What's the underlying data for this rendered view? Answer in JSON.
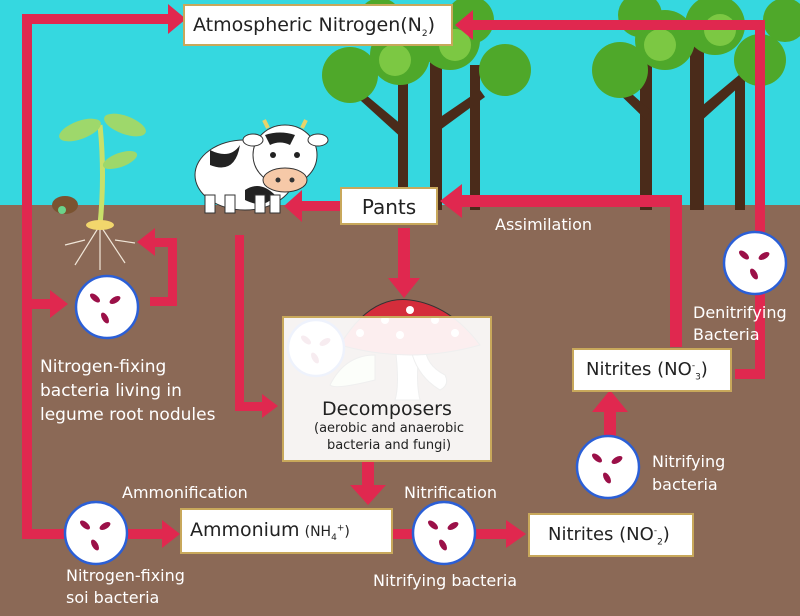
{
  "boxes": {
    "atmospheric": {
      "text": "Atmospheric Nitrogen(N",
      "sub": "2",
      "close": ")"
    },
    "plants": {
      "text": "Pants"
    },
    "decomposers": {
      "title": "Decomposers",
      "subtitle": "(aerobic and anaerobic\nbacteria and fungi)"
    },
    "ammonium": {
      "text": "Ammonium",
      "formula": "(NH",
      "sup": "+",
      "sub": "4",
      "close": ")"
    },
    "nitrites_bottom": {
      "text": "Nitrites (NO",
      "sup": "-",
      "sub": "2",
      "close": ")"
    },
    "nitrites_right": {
      "text": "Nitrites (NO",
      "sup": "-",
      "sub": "3",
      "close": ")"
    }
  },
  "labels": {
    "assimilation": "Assimilation",
    "denitrifying": "Denitrifying\nBacteria",
    "nitrogen_fixing_legume": "Nitrogen-fixing\nbacteria living in\nlegume root nodules",
    "ammonification": "Ammonification",
    "nitrification": "Nitrification",
    "nitrifying_right": "Nitrifying\nbacteria",
    "nitrifying_bottom": "Nitrifying bacteria",
    "nitrogen_fixing_soil": "Nitrogen-fixing\nsoi bacteria"
  },
  "colors": {
    "sky": "#35d8e0",
    "soil": "#8b6956",
    "arrow": "#e0284f",
    "box_border": "#c8a85b"
  }
}
